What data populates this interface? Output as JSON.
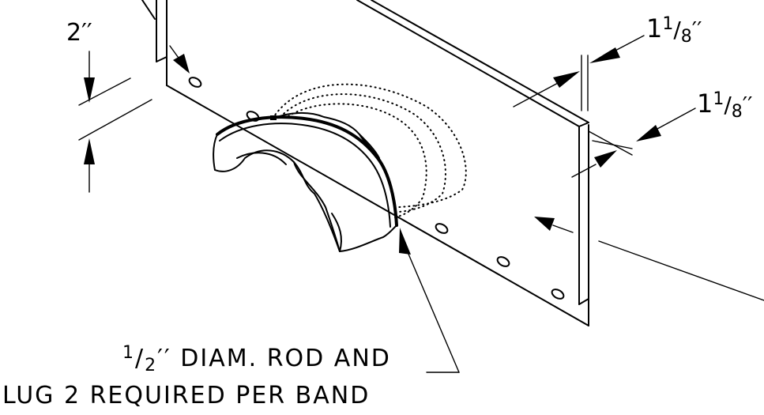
{
  "dimensions": {
    "spacing_whole": "2",
    "spacing_unit": "′′",
    "upper_whole": "1",
    "upper_num": "1",
    "upper_den": "8",
    "upper_unit": "′′",
    "right_whole": "1",
    "right_num": "1",
    "right_den": "8",
    "right_unit": "′′"
  },
  "callout": {
    "line1_num": "1",
    "line1_den": "2",
    "line1_rest": "′′ DIAM. ROD AND",
    "line2": "LUG 2 REQUIRED PER BAND"
  }
}
